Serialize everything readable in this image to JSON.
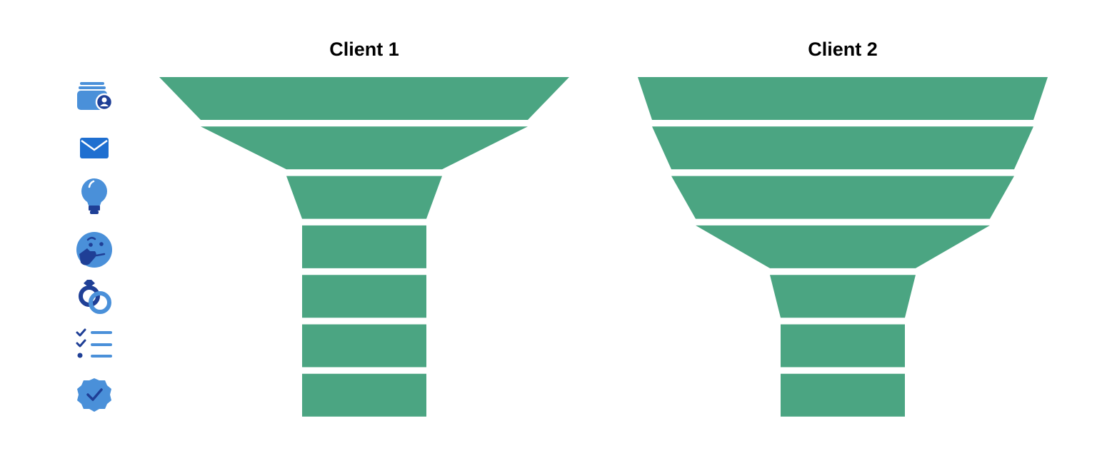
{
  "colors": {
    "background": "#ffffff",
    "funnel": "#4ba582",
    "icon_light": "#4a90d9",
    "icon_dark": "#1f3f96"
  },
  "stage_icons": [
    {
      "icon": "contact-card-icon"
    },
    {
      "icon": "envelope-icon"
    },
    {
      "icon": "lightbulb-icon"
    },
    {
      "icon": "thinking-face-icon"
    },
    {
      "icon": "rings-icon"
    },
    {
      "icon": "checklist-icon"
    },
    {
      "icon": "verified-badge-icon"
    }
  ],
  "funnels": [
    {
      "title": "Client 1",
      "stage_widths": [
        574,
        458,
        218,
        174,
        174,
        174,
        174
      ]
    },
    {
      "title": "Client 2",
      "stage_widths": [
        574,
        534,
        480,
        412,
        204,
        174,
        174
      ]
    }
  ]
}
